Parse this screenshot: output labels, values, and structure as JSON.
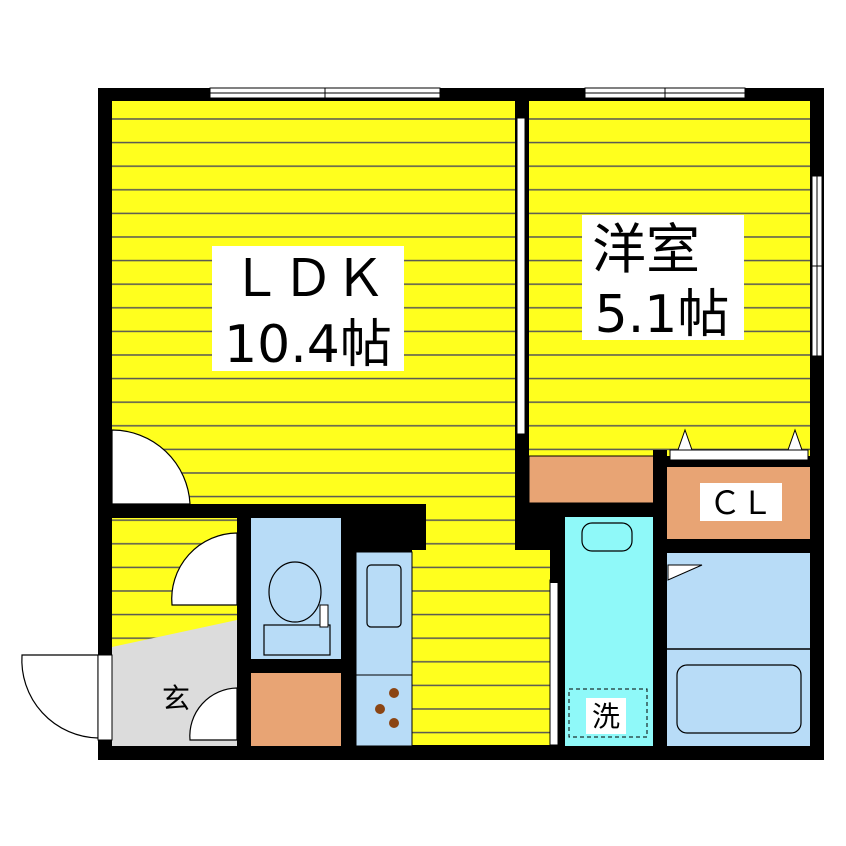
{
  "floor_plan": {
    "rooms": {
      "ldk": {
        "name": "ＬＤＫ",
        "size": "10.4帖"
      },
      "western_room": {
        "name": "洋室",
        "size": "5.1帖"
      },
      "closet": {
        "label": "ＣＬ"
      },
      "entrance": {
        "label": "玄"
      },
      "washer": {
        "label": "洗"
      }
    },
    "colors": {
      "floor_yellow": "#ffff1e",
      "stripe": "#555555",
      "wall": "#000000",
      "storage_orange": "#e8a474",
      "fixture_blue": "#b8dcf7",
      "bath_cyan": "#8ff9f9",
      "entrance_gray": "#dcdcdc"
    }
  }
}
